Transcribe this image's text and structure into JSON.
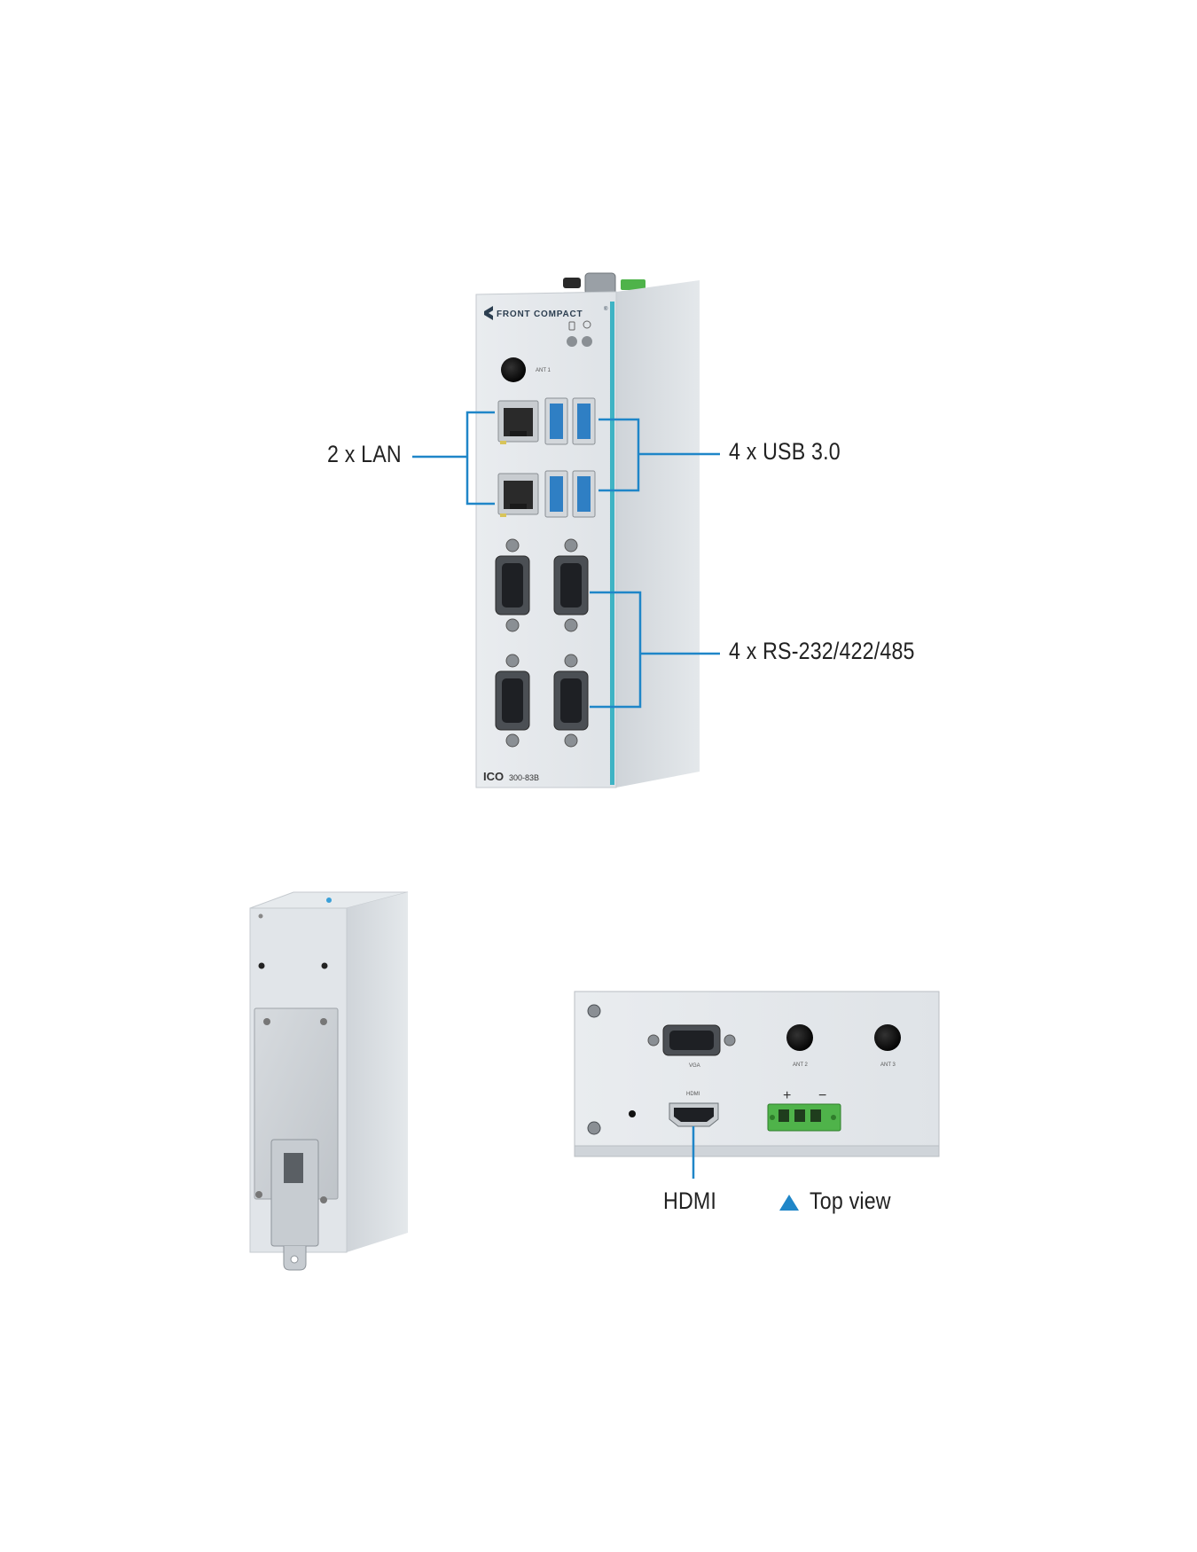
{
  "brand": {
    "logo_text": "FRONT COMPACT",
    "registered_mark": "®",
    "model_prefix": "ICO",
    "model_number": "300-83B"
  },
  "front_panel": {
    "antenna_label": "ANT 1"
  },
  "top_panel": {
    "vga_label": "VGA",
    "hdmi_label": "HDMI",
    "antenna_2_label": "ANT 2",
    "antenna_3_label": "ANT 3",
    "dc_plus": "+",
    "dc_minus": "−"
  },
  "callouts": {
    "lan": "2 x LAN",
    "usb": "4 x USB 3.0",
    "serial": "4 x RS-232/422/485",
    "hdmi": "HDMI",
    "top_view": "Top view"
  },
  "colors": {
    "leader_line": "#1f86c8",
    "accent_stripe": "#3fb3c4",
    "usb_blue": "#2f7fc4",
    "top_view_marker": "#1f86c8",
    "housing": "#e3e7eb",
    "terminal_block": "#4fb34a"
  },
  "icons": [
    "triangle-up-icon",
    "front-compact-logo-icon",
    "led-indicator-icon"
  ]
}
